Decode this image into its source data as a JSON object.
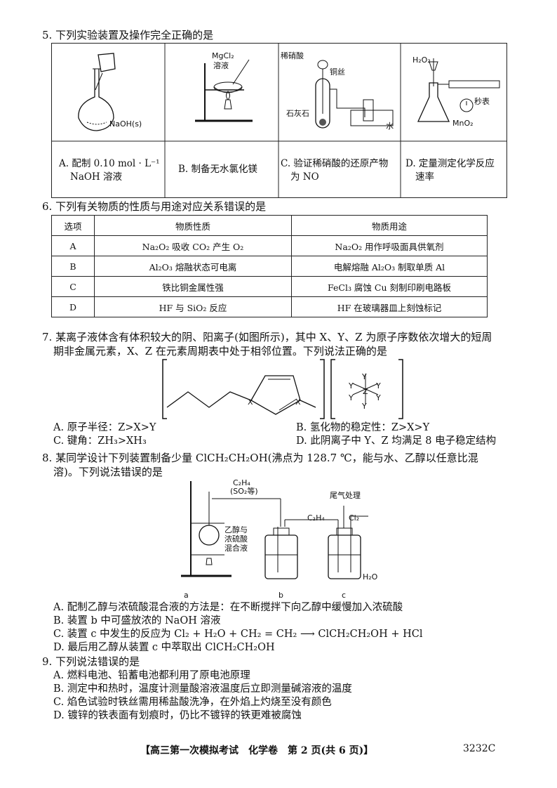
{
  "q5": {
    "stem": "5. 下列实验装置及操作完全正确的是",
    "panels": [
      {
        "caption_l1": "A. 配制 0.10 mol · L⁻¹",
        "caption_l2": "NaOH 溶液",
        "labels": [
          "NaOH(s)"
        ]
      },
      {
        "caption_l1": "B. 制备无水氯化镁",
        "caption_l2": "",
        "labels": [
          "MgCl₂",
          "溶液"
        ]
      },
      {
        "caption_l1": "C. 验证稀硝酸的还原产物",
        "caption_l2": "为 NO",
        "labels": [
          "稀硝酸",
          "铜丝",
          "石灰石",
          "水"
        ]
      },
      {
        "caption_l1": "D. 定量测定化学反应",
        "caption_l2": "速率",
        "labels": [
          "H₂O₂",
          "秒表",
          "MnO₂"
        ]
      }
    ]
  },
  "q6": {
    "stem": "6. 下列有关物质的性质与用途对应关系错误的是",
    "headers": [
      "选项",
      "物质性质",
      "物质用途"
    ],
    "rows": [
      [
        "A",
        "Na₂O₂ 吸收 CO₂ 产生 O₂",
        "Na₂O₂ 用作呼吸面具供氧剂"
      ],
      [
        "B",
        "Al₂O₃ 熔融状态可电离",
        "电解熔融 Al₂O₃ 制取单质 Al"
      ],
      [
        "C",
        "铁比铜金属性强",
        "FeCl₃ 腐蚀 Cu 刻制印刷电路板"
      ],
      [
        "D",
        "HF 与 SiO₂ 反应",
        "HF 在玻璃器皿上刻蚀标记"
      ]
    ]
  },
  "q7": {
    "stem_l1": "7. 某离子液体含有体积较大的阴、阳离子(如图所示)，其中 X、Y、Z 为原子序数依次增大的短周",
    "stem_l2": "期非金属元素，X、Z 在元素周期表中处于相邻位置。下列说法正确的是",
    "atom_x": "X",
    "atom_y": "Y",
    "atom_z": "Z",
    "options": [
      "A. 原子半径：Z>X>Y",
      "B. 氢化物的稳定性：Z>X>Y",
      "C. 键角：ZH₃>XH₃",
      "D. 此阴离子中 Y、Z 均满足 8 电子稳定结构"
    ]
  },
  "q8": {
    "stem_l1": "8. 某同学设计下列装置制备少量 ClCH₂CH₂OH(沸点为 128.7 ℃，能与水、乙醇以任意比混",
    "stem_l2": "溶)。下列说法错误的是",
    "labels": {
      "gas1": "C₂H₄",
      "gas1b": "(SO₂等)",
      "mix1": "乙醇与",
      "mix2": "浓硫酸",
      "mix3": "混合液",
      "c2h4": "C₂H₄",
      "tail": "尾气处理",
      "cl2": "Cl₂",
      "h2o": "H₂O",
      "a": "a",
      "b": "b",
      "c": "c"
    },
    "options": [
      "A. 配制乙醇与浓硫酸混合液的方法是：在不断搅拌下向乙醇中缓慢加入浓硫酸",
      "B. 装置 b 中可盛放浓的 NaOH 溶液",
      "C. 装置 c 中发生的反应为 Cl₂ + H₂O + CH₂ = CH₂ ⟶ ClCH₂CH₂OH + HCl",
      "D. 最后用乙醇从装置 c 中萃取出 ClCH₂CH₂OH"
    ]
  },
  "q9": {
    "stem": "9. 下列说法错误的是",
    "options": [
      "A. 燃料电池、铅蓄电池都利用了原电池原理",
      "B. 测定中和热时，温度计测量酸溶液温度后立即测量碱溶液的温度",
      "C. 焰色试验时铁丝需用稀盐酸洗净，在外焰上灼烧至没有颜色",
      "D. 镀锌的铁表面有划痕时，仍比不镀锌的铁更难被腐蚀"
    ]
  },
  "footer": {
    "text": "【高三第一次模拟考试　化学卷　第 2 页(共 6 页)】",
    "code": "3232C"
  }
}
